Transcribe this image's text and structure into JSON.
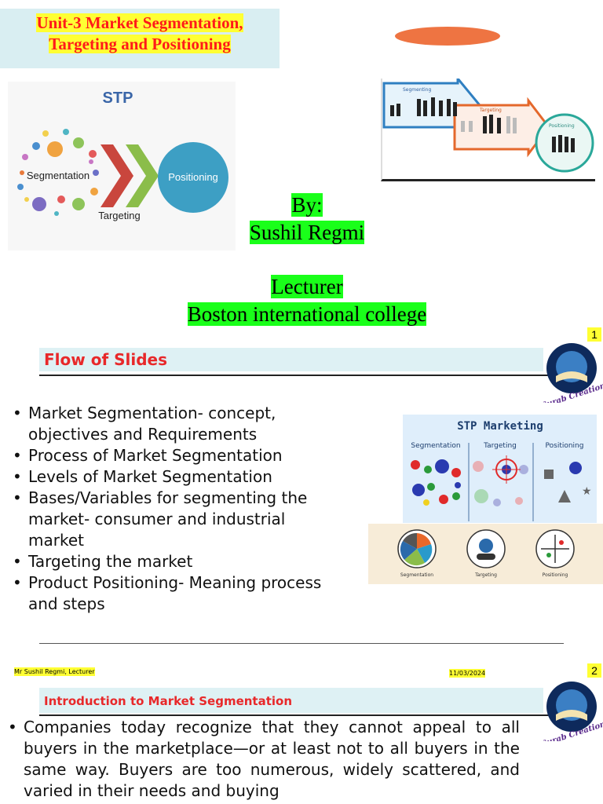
{
  "slide1": {
    "title_line1": "Unit-3 Market Segmentation,",
    "title_line2": "Targeting and Positioning",
    "stp_diagram": {
      "heading": "STP",
      "segmentation_label": "Segmentation",
      "targeting_label": "Targeting",
      "positioning_label": "Positioning"
    },
    "flow_diagram": {
      "segmenting_label": "Segmenting",
      "targeting_label": "Targeting",
      "positioning_label": "Positioning"
    },
    "by_label": "By:",
    "author": "Sushil Regmi",
    "role": "Lecturer",
    "institution": "Boston international college",
    "accent_color": "#ee7442",
    "highlight_color": "#1aff1a",
    "title_color": "#ff1a1a"
  },
  "slide2": {
    "number": "1",
    "heading": "Flow of Slides",
    "logo_text": "Surab Creation",
    "bullets": [
      "Market Segmentation- concept, objectives and Requirements",
      "Process of Market Segmentation",
      "Levels of Market Segmentation",
      "Bases/Variables for segmenting the market- consumer and industrial market",
      "Targeting the market",
      "Product Positioning- Meaning process and steps"
    ],
    "stp_image": {
      "heading": "STP Marketing",
      "col1": "Segmentation",
      "col2": "Targeting",
      "col3": "Positioning"
    },
    "icons_image": {
      "label1": "Segmentation",
      "label2": "Targeting",
      "label3": "Positioning"
    },
    "footer_author": "Mr Sushil Regmi, Lecturer",
    "footer_date": "11/03/2024"
  },
  "slide3": {
    "number": "2",
    "heading": "Introduction to Market Segmentation",
    "logo_text": "Surab Creation",
    "paragraph": "Companies today recognize that they cannot appeal to all buyers in the marketplace—or at least not to all buyers in the same way. Buyers are too numerous, widely scattered, and varied in their needs and buying"
  }
}
